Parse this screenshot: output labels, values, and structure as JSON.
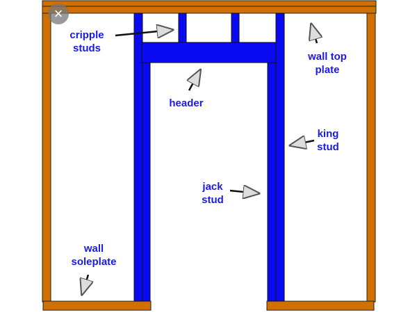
{
  "labels": {
    "cripple_studs": [
      "cripple",
      "studs"
    ],
    "wall_top_plate": [
      "wall top",
      "plate"
    ],
    "header": "header",
    "king_stud": [
      "king",
      "stud"
    ],
    "jack_stud": [
      "jack",
      "stud"
    ],
    "wall_soleplate": [
      "wall",
      "soleplate"
    ]
  },
  "close_icon": "×",
  "colors": {
    "lumber": "#d16f00",
    "framing": "#0a0af0",
    "label": "#1a1ae6"
  }
}
